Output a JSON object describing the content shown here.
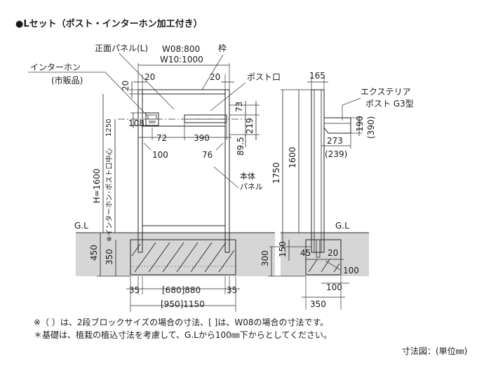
{
  "title": "●Lセット（ポスト・インターホン加工付き）",
  "labels": {
    "front_panel": "正面パネル(L)",
    "w08": "W08:800",
    "w10": "W10:1000",
    "frame": "枠",
    "intercom": "インターホン",
    "intercom_note": "(市販品)",
    "post_slot": "ポスト口",
    "body_panel_1": "本体",
    "body_panel_2": "パネル",
    "height": "H=1600",
    "center_note": "※インターホン･ポスト口中心",
    "gl_left": "G.L",
    "gl_right": "G.L",
    "exterior_post_1": "エクステリア",
    "exterior_post_2": "ポスト G3型",
    "unit_note": "寸法図：(単位㎜)"
  },
  "dims": {
    "d20_top_left": "20",
    "d20_top_right": "20",
    "d20_side": "20",
    "d108": "108",
    "d1250": "1250",
    "d72": "72",
    "d390": "390",
    "d100": "100",
    "d76": "76",
    "d73": "73",
    "d219": "219",
    "d89_5": "89.5",
    "d450": "450",
    "d350": "350",
    "d35_left": "35",
    "d35_right": "35",
    "d680_880": "[680]880",
    "d950_1150": "[950]1150",
    "d165": "165",
    "d1750": "1750",
    "d1600": "1600",
    "d190": "190",
    "d390p": "(390)",
    "d273": "273",
    "d239p": "(239)",
    "d300": "300",
    "d150": "150",
    "d45": "45",
    "d20_side_view": "20",
    "d100_side_a": "100",
    "d100_side_b": "100",
    "d350_side": "350"
  },
  "notes": [
    "※（ ）は、2段ブロックサイズの場合の寸法、[ ]は、W08の場合の寸法です。",
    "＊基礎は、植栽の植込寸法を考慮して、G.Lから100㎜下からとしてください。"
  ],
  "colors": {
    "ground_fill": "#d6d6d6",
    "line": "#222222"
  }
}
